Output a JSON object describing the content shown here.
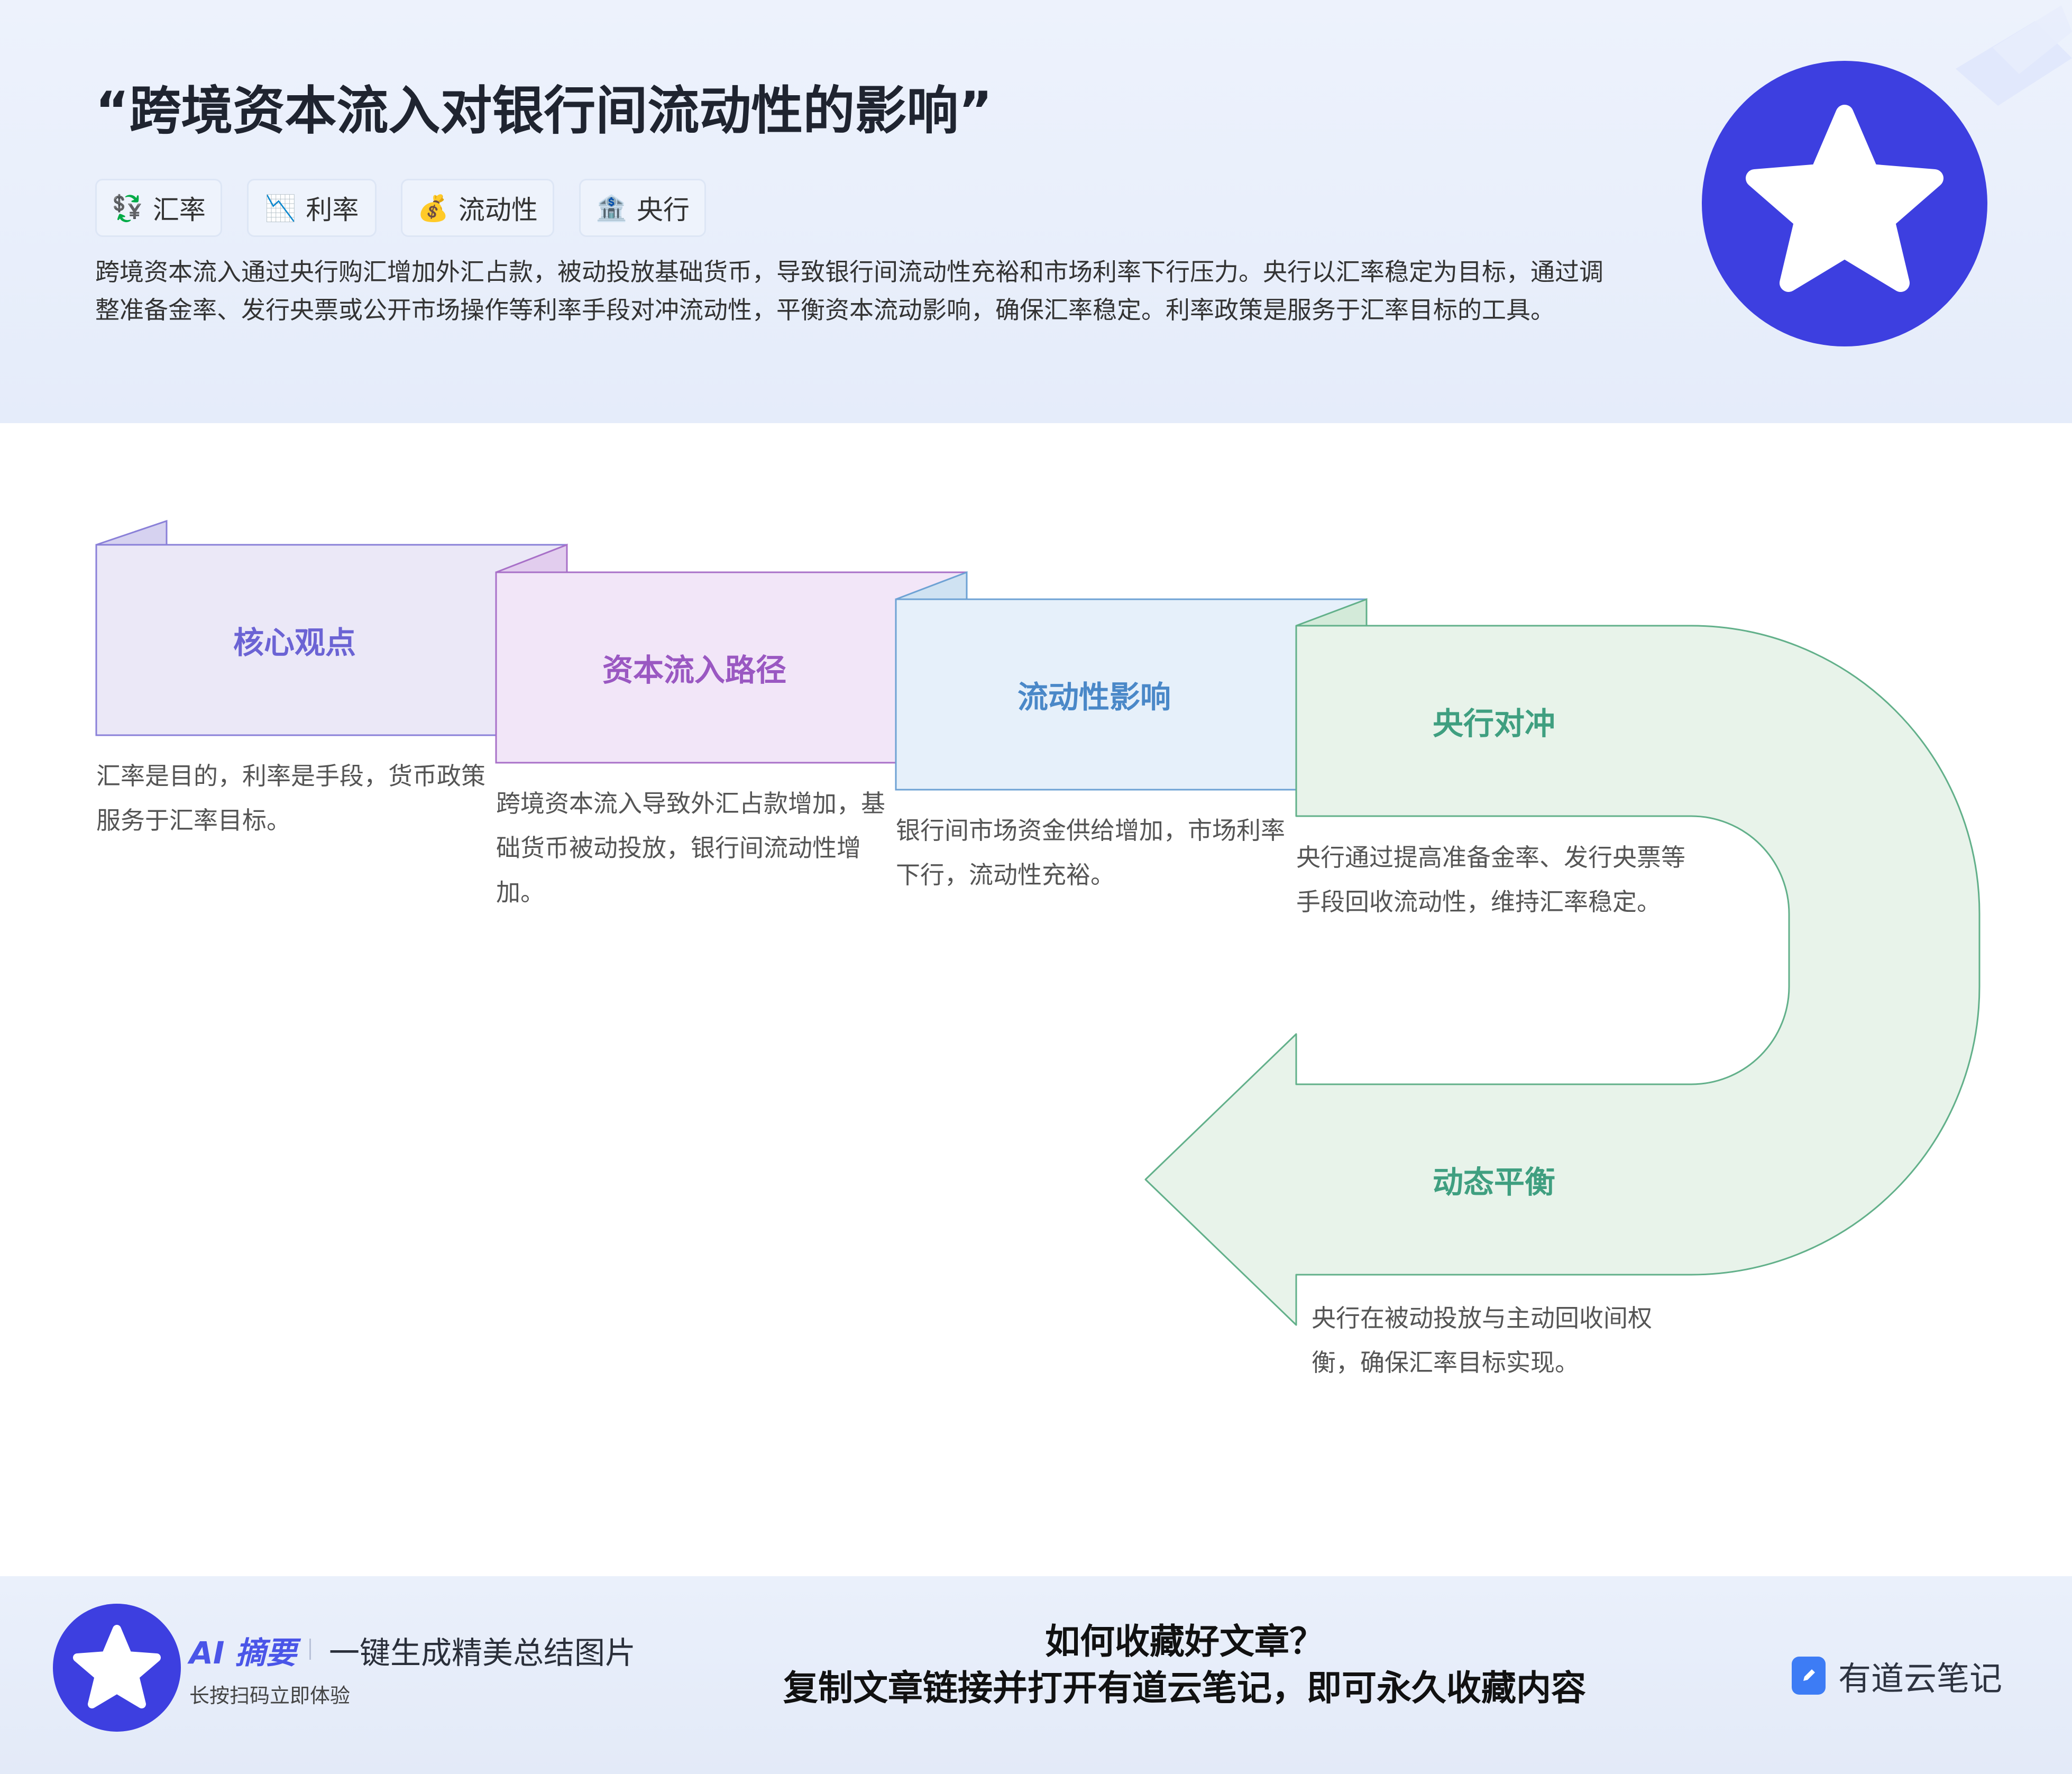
{
  "header": {
    "title": "“跨境资本流入对银行间流动性的影响”",
    "tags": [
      {
        "icon": "💱",
        "label": "汇率"
      },
      {
        "icon": "📉",
        "label": "利率"
      },
      {
        "icon": "💰",
        "label": "流动性"
      },
      {
        "icon": "🏦",
        "label": "央行"
      }
    ],
    "summary": "跨境资本流入通过央行购汇增加外汇占款，被动投放基础货币，导致银行间流动性充裕和市场利率下行压力。央行以汇率稳定为目标，通过调整准备金率、发行央票或公开市场操作等利率手段对冲流动性，平衡资本流动影响，确保汇率稳定。利率政策是服务于汇率目标的工具。"
  },
  "flow": {
    "steps": [
      {
        "title": "核心观点",
        "desc": "汇率是目的，利率是手段，货币政策服务于汇率目标。",
        "color": "#6b63d4"
      },
      {
        "title": "资本流入路径",
        "desc": "跨境资本流入导致外汇占款增加，基础货币被动投放，银行间流动性增加。",
        "color": "#9a58c2"
      },
      {
        "title": "流动性影响",
        "desc": "银行间市场资金供给增加，市场利率下行，流动性充裕。",
        "color": "#4a88c8"
      },
      {
        "title": "央行对冲",
        "desc": "央行通过提高准备金率、发行央票等手段回收流动性，维持汇率稳定。",
        "color": "#3f9f80"
      },
      {
        "title": "动态平衡",
        "desc": "央行在被动投放与主动回收间权衡，确保汇率目标实现。",
        "color": "#3f9f80"
      }
    ]
  },
  "footer": {
    "ai_label": "AI 摘要",
    "tagline": "一键生成精美总结图片",
    "scan_hint": "长按扫码立即体验",
    "cta_line1": "如何收藏好文章？",
    "cta_line2": "复制文章链接并打开有道云笔记，即可永久收藏内容",
    "brand": "有道云笔记"
  },
  "colors": {
    "accent": "#3d3fe0",
    "brand_blue": "#3d7cf5"
  }
}
